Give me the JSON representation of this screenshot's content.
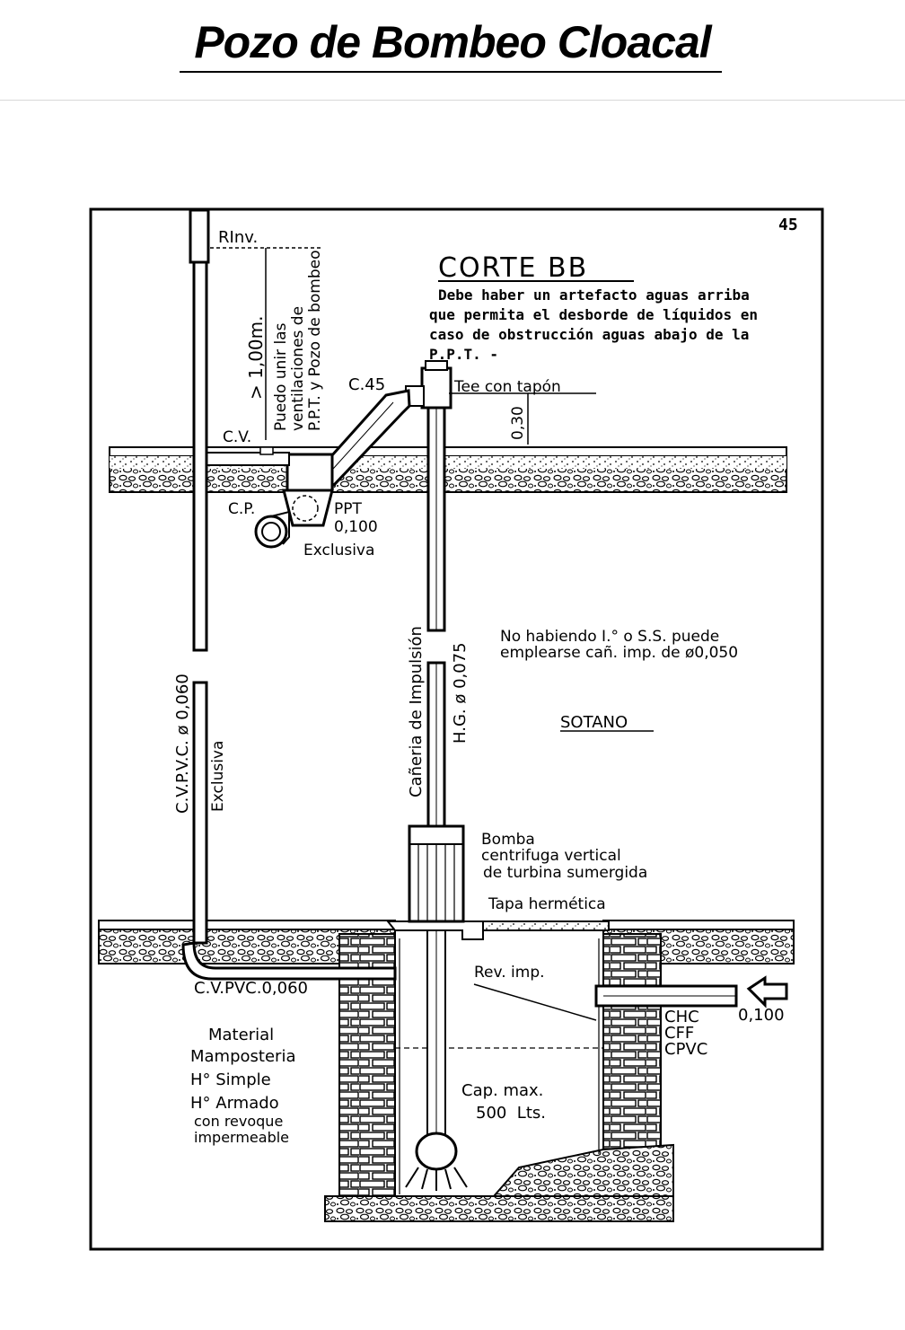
{
  "page": {
    "title": "Pozo de Bombeo Cloacal",
    "page_number": "45"
  },
  "diagram": {
    "section_title": "CORTE BB",
    "note_lines": [
      "Debe haber un artefacto aguas arriba",
      "que permita el desborde de líquidos en",
      "caso de obstrucción aguas abajo de la",
      "P.P.T. -"
    ],
    "labels": {
      "r_inv": "RInv.",
      "height": "> 1,00m.",
      "vent_note_lines": [
        "Puedo unir las",
        "ventilaciones de",
        "P.P.T. y Pozo de bombeo"
      ],
      "c45": "C.45",
      "tee": "Tee con tapón",
      "dim_030": "0,30",
      "cv": "C.V.",
      "cp": "C.P.",
      "ppt_lines": [
        "PPT",
        "0,100"
      ],
      "exclusiva_top": "Exclusiva",
      "canieria": "Cañeria de Impulsión",
      "hg": "H.G. ø 0,075",
      "cvpvc_vertical": "C.V.P.V.C. ø 0,060",
      "exclusiva_vertical": "Exclusiva",
      "no_habiendo_lines": [
        "No habiendo I.° o S.S. puede",
        "emplearse cañ. imp. de ø0,050"
      ],
      "sotano": "SOTANO",
      "bomba_lines": [
        "Bomba",
        "centrifuga vertical",
        "de turbina sumergida"
      ],
      "tapa": "Tapa hermética",
      "cv_pvc_bottom": "C.V.PVC.0,060",
      "rev_imp": "Rev. imp.",
      "inlet_lines": [
        "CHC",
        "CFF",
        "CPVC"
      ],
      "inlet_diam": "0,100",
      "material_lines": [
        "Material",
        "Mamposteria",
        "H° Simple",
        "H° Armado",
        "con revoque",
        "impermeable"
      ],
      "cap_lines": [
        "Cap. max.",
        "500  Lts."
      ]
    }
  }
}
